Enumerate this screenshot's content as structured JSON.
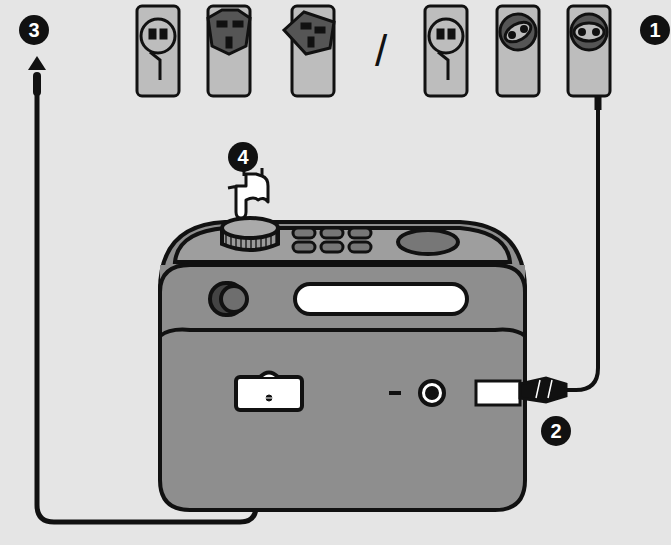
{
  "diagram": {
    "labels": [
      "3",
      "/",
      "1",
      "4",
      "2"
    ]
  }
}
